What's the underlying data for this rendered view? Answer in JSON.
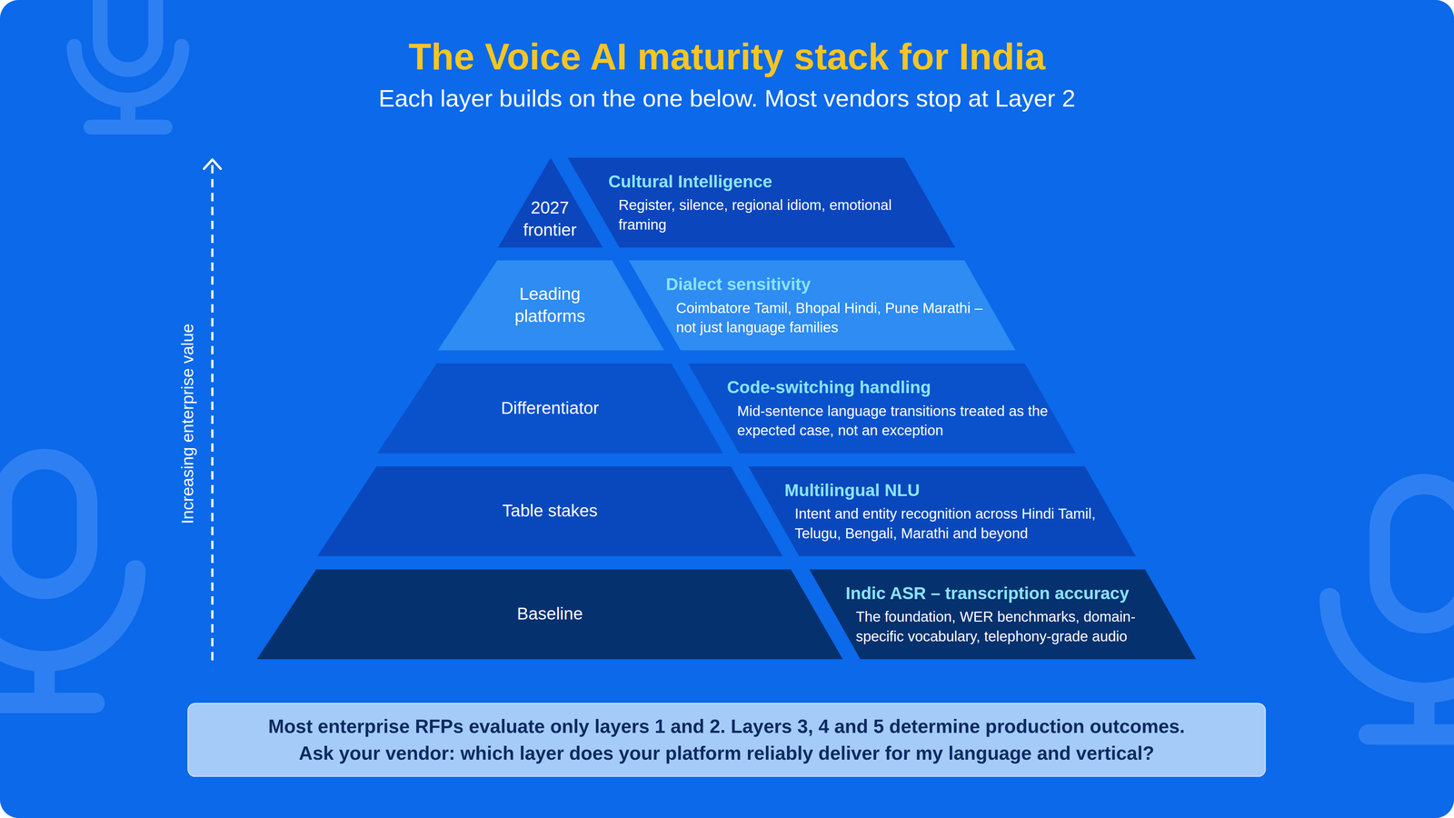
{
  "diagram": {
    "title": "The Voice AI maturity stack for India",
    "nodes": [
      {
        "text": [
          "2027 frontier"
        ]
      },
      {
        "text": [
          "Cultural Intelligence",
          "Register, silence, regional idiom, emotional framing"
        ]
      },
      {
        "text": [
          "Leading platforms"
        ]
      },
      {
        "text": [
          "Dialect sensitivity",
          "Coimbatore Tamil, Bhopal Hindi, Pune Marathi – not just language families"
        ]
      },
      {
        "text": [
          "Differentiator"
        ]
      },
      {
        "text": [
          "Code-switching handling",
          "Mid-sentence language transitions treated as the expected case, not an exception"
        ]
      },
      {
        "text": [
          "Table stakes"
        ]
      },
      {
        "text": [
          "Multilingual NLU",
          "Intent and entity recognition across Hindi Tamil, Telugu, Bengali, Marathi and beyond"
        ]
      },
      {
        "text": [
          "Baseline"
        ]
      },
      {
        "text": [
          "Indic ASR – transcription accuracy",
          "The foundation, WER benchmarks, domain-specific vocabulary, telephony-grade audio"
        ]
      },
      {
        "text": [
          "Most enterprise RFPs evaluate only layers 1 and 2. Layers 3, 4 and 5 determine production outcomes.",
          "Ask your vendor: which layer does your platform reliably deliver for my language and vertical?"
        ]
      }
    ],
    "labels": [
      "Each layer builds on the one below. Most vendors stop at Layer 2",
      "Increasing enterprise value"
    ]
  }
}
